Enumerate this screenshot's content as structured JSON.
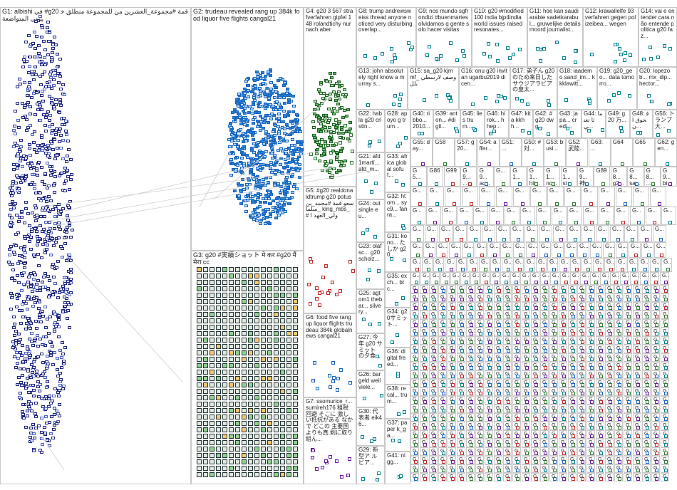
{
  "groups": [
    {
      "id": "G1",
      "label": "G1: albishi في #g20 قمة #مجموعة_العشرين من للمجموعة منطلق خيرتي المتواضعة",
      "color": "#1a237e"
    },
    {
      "id": "G2",
      "label": "G2: trudeau revealed rang up 384k food liquor five flights cangal21",
      "color": "#1565c0"
    },
    {
      "id": "G3",
      "label": "G3: g20 #実績ショット मे कर #g20 मैं मेरा cc",
      "color": "#2e7d32"
    },
    {
      "id": "G4",
      "label": "G4: g20 3 567 strafverfahren gipfel 148 rolandtichy nur nach aber",
      "color": "#2e7d32"
    },
    {
      "id": "G5",
      "label": "G5: #g20 realdonaldtrump g20 potus سعو قمة #محمد_بن_سلما king_mbs_ # ولي_العهد ا",
      "color": "#c62828"
    },
    {
      "id": "G6",
      "label": "G6: food five rang up liquor flights trudeau 384k globalnews cangal21",
      "color": "#1565c0"
    },
    {
      "id": "G7",
      "label": "G7: ssomurice_r... sumireh176 租税回避 そこに 激しい抵抗がある なかで どこの 主要国よりも真 剣に取り組ん...",
      "color": "#6a1b9a"
    },
    {
      "id": "G8",
      "label": "G8: trump andrewsweiss thread anyone noticed very disturbing overlap...",
      "color": "#00838f"
    },
    {
      "id": "G9",
      "label": "G9: nos mundo sgfrondizi #buenmartes olvidamos q gente solo hacer visitas",
      "color": "#00838f"
    },
    {
      "id": "G10",
      "label": "G10: g20 #modified100 india bjp4india world issues raised resonates...",
      "color": "#00838f"
    },
    {
      "id": "G11",
      "label": "G11: hoe kan saudi arabie sadetkarabul... gruwelijke details moord journalist...",
      "color": "#00838f"
    },
    {
      "id": "G12",
      "label": "G12: krawallelfe 93 verfahren gegen polizeibea... wegen",
      "color": "#00838f"
    },
    {
      "id": "G14",
      "label": "G14: vai e entender cara não entende politica g20 faz...",
      "color": "#00838f"
    },
    {
      "id": "G13",
      "label": "G13: john absolutely right know a murray s...",
      "color": "#00838f"
    },
    {
      "id": "G15",
      "label": "G15: sa_g20 kjmmf_ وصف لارسطي بلل",
      "color": "#00838f"
    },
    {
      "id": "G16",
      "label": "G16: onu g20 invitan ugarbu2019 dicen...",
      "color": "#00838f"
    },
    {
      "id": "G17",
      "label": "G17: 弟子ん g20のため来日したサウジアラビアの皇太...",
      "color": "#00838f"
    },
    {
      "id": "G18",
      "label": "G18: iaademo sand_im... kkklawitt...",
      "color": "#00838f"
    },
    {
      "id": "G19",
      "label": "G19: g20_geo... data tomorro...",
      "color": "#00838f"
    },
    {
      "id": "G20",
      "label": "G20: lopezob... mx_dip... hector...",
      "color": "#00838f"
    },
    {
      "id": "G22",
      "label": "G22: habla g20 cristin...",
      "color": "#00838f"
    },
    {
      "id": "G28",
      "label": "G28: apoyo g trum...",
      "color": "#00838f"
    },
    {
      "id": "G40",
      "label": "G40: ribbo... 2010...",
      "color": "#00838f"
    },
    {
      "id": "G39",
      "label": "G39: anton... #digit...",
      "color": "#00838f"
    },
    {
      "id": "G45",
      "label": "G45: lies trum...",
      "color": "#00838f"
    },
    {
      "id": "G46",
      "label": "G46: hirok... hhep...",
      "color": "#00838f"
    },
    {
      "id": "G47",
      "label": "G47: kita kkhh...",
      "color": "#00838f"
    },
    {
      "id": "G42",
      "label": "G42: #g20 dwg...",
      "color": "#00838f"
    },
    {
      "id": "G43",
      "label": "G43: japa... credi...",
      "color": "#00838f"
    },
    {
      "id": "G44",
      "label": "G44: ماثا تغني...",
      "color": "#00838f"
    },
    {
      "id": "G49",
      "label": "G49: g20 万...",
      "color": "#00838f"
    },
    {
      "id": "G48",
      "label": "G48: قحوق ان...",
      "color": "#00838f"
    },
    {
      "id": "G56",
      "label": "G56: トランプ大...",
      "color": "#00838f"
    },
    {
      "id": "G21",
      "label": "G21: afd 1martí... afd_m...",
      "color": "#00838f"
    },
    {
      "id": "G33",
      "label": "G33: africa global sofut...",
      "color": "#00838f"
    },
    {
      "id": "G24",
      "label": "G24: out single eu...",
      "color": "#00838f"
    },
    {
      "id": "G32",
      "label": "G32: htom... syc9... fanra...",
      "color": "#00838f"
    },
    {
      "id": "G23",
      "label": "G23: olafsc... g20 scholz...",
      "color": "#00838f"
    },
    {
      "id": "G31",
      "label": "G31: kono... たしか g20...",
      "color": "#00838f"
    },
    {
      "id": "G35",
      "label": "G35: exch... btc...",
      "color": "#00838f"
    },
    {
      "id": "G25",
      "label": "G25: agtom1 thebar... silvery...",
      "color": "#00838f"
    },
    {
      "id": "G34",
      "label": "G34: g20サミット...",
      "color": "#00838f"
    },
    {
      "id": "G27",
      "label": "G27: 今年 g20 サミット の夕食...",
      "color": "#00838f"
    },
    {
      "id": "G36",
      "label": "G36: digital freed...",
      "color": "#00838f"
    },
    {
      "id": "G26",
      "label": "G26: bargeld weil viele...",
      "color": "#00838f"
    },
    {
      "id": "G38",
      "label": "G38: recal... trum...",
      "color": "#00838f"
    },
    {
      "id": "G30",
      "label": "G30: 代表者 eik46...",
      "color": "#00838f"
    },
    {
      "id": "G37",
      "label": "G37: paper k_ga...",
      "color": "#00838f"
    },
    {
      "id": "G29",
      "label": "G29: 新型ア ルビア...",
      "color": "#00838f"
    },
    {
      "id": "G41",
      "label": "G41: nigg...",
      "color": "#00838f"
    }
  ],
  "small_cell_label": "G...",
  "small_row_labels": [
    [
      "G55: day...",
      "G58",
      "G57: g20...",
      "G54: affer...",
      "G51: ...",
      "G50: #対...",
      "G53: busi...",
      "G52: 武陸...",
      "G63: ...",
      "G64",
      "G65",
      "G62: gen..."
    ],
    [
      "G5...",
      "G86",
      "G99",
      "G9... ...",
      "G9... ac...",
      "G...",
      "G1...",
      "G1... hil...",
      "G1... no...",
      "G1... sta...",
      "G9... 神...",
      "G89",
      "G8... g2...",
      "G8... sa...",
      "G8... ...",
      "G9... bi..."
    ]
  ]
}
